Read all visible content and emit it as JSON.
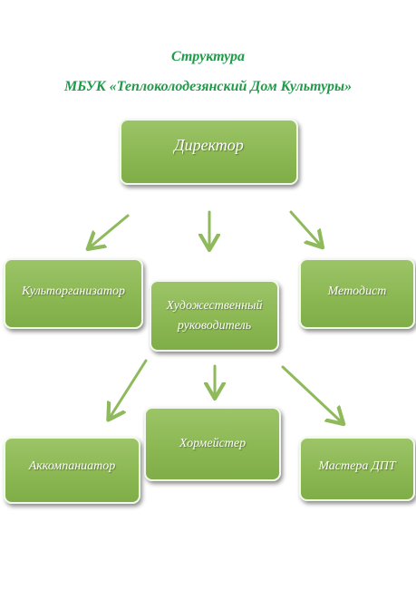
{
  "header": {
    "line1": "Структура",
    "line2": "МБУК «Теплоколодезянский Дом Культуры»"
  },
  "nodes": {
    "director": "Директор",
    "kultorganizator": "Культорганизатор",
    "hud_rukovoditel": "Художественный\nруководитель",
    "metodist": "Методист",
    "akkompaniator": "Аккомпаниатор",
    "hormeister": "Хормейстер",
    "mastera_dpt": "Мастера ДПТ"
  },
  "colors": {
    "title": "#1f9a48",
    "node_fill": "#8cb853",
    "arrow": "#8fba5c"
  }
}
